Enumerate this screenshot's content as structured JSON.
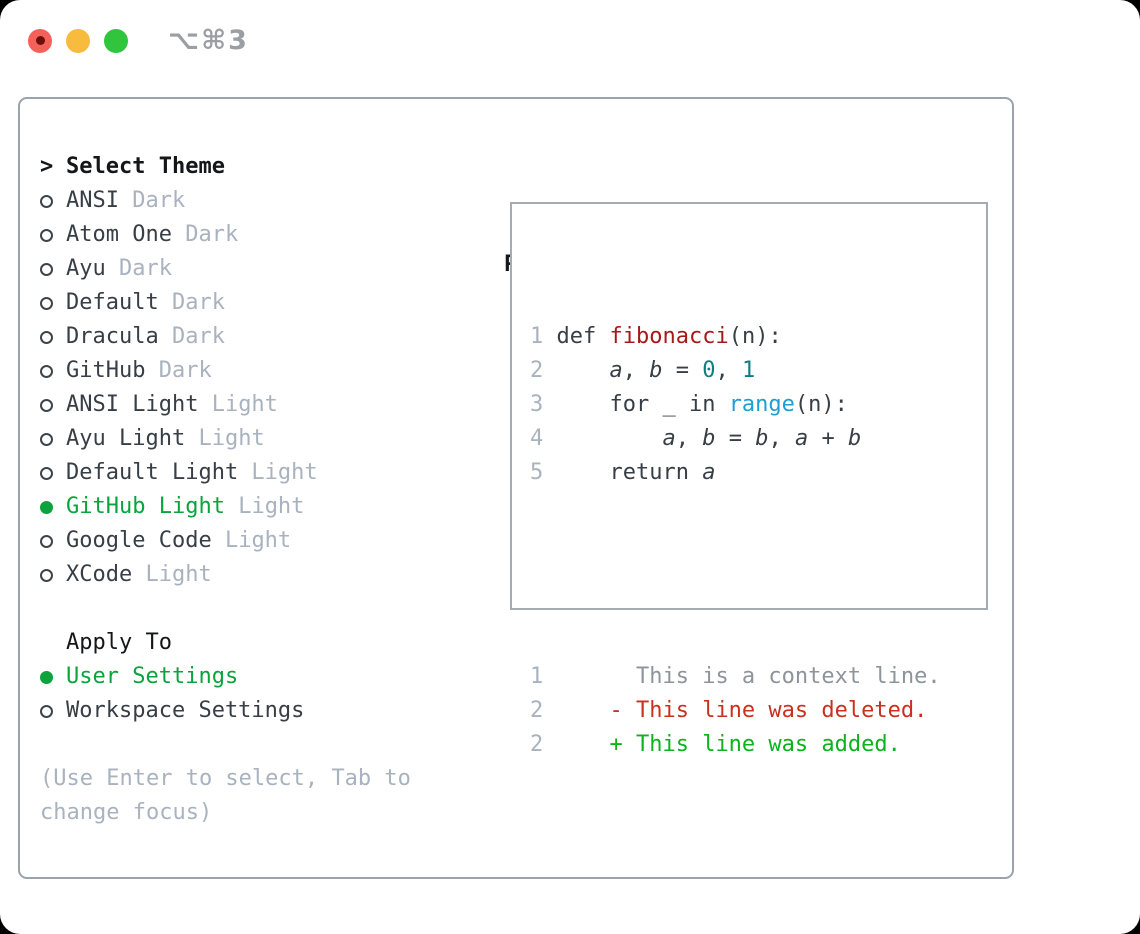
{
  "window": {
    "title": "⌥⌘3",
    "traffic_lights": [
      "close",
      "minimize",
      "zoom"
    ]
  },
  "theme_panel": {
    "cursor": ">",
    "title": "Select Theme",
    "themes": [
      {
        "name": "ANSI",
        "variant": "Dark",
        "selected": false
      },
      {
        "name": "Atom One",
        "variant": "Dark",
        "selected": false
      },
      {
        "name": "Ayu",
        "variant": "Dark",
        "selected": false
      },
      {
        "name": "Default",
        "variant": "Dark",
        "selected": false
      },
      {
        "name": "Dracula",
        "variant": "Dark",
        "selected": false
      },
      {
        "name": "GitHub",
        "variant": "Dark",
        "selected": false
      },
      {
        "name": "ANSI Light",
        "variant": "Light",
        "selected": false
      },
      {
        "name": "Ayu Light",
        "variant": "Light",
        "selected": false
      },
      {
        "name": "Default Light",
        "variant": "Light",
        "selected": false
      },
      {
        "name": "GitHub Light",
        "variant": "Light",
        "selected": true
      },
      {
        "name": "Google Code",
        "variant": "Light",
        "selected": false
      },
      {
        "name": "XCode",
        "variant": "Light",
        "selected": false
      }
    ],
    "apply_to": {
      "label": "Apply To",
      "options": [
        {
          "label": "User Settings",
          "selected": true
        },
        {
          "label": "Workspace Settings",
          "selected": false
        }
      ]
    },
    "help_text": "(Use Enter to select, Tab to change focus)"
  },
  "preview": {
    "label": "Preview",
    "code_lines": [
      {
        "number": "1",
        "tokens": [
          {
            "t": "def ",
            "c": "fg"
          },
          {
            "t": "fibonacci",
            "c": "func"
          },
          {
            "t": "(n):",
            "c": "fg"
          }
        ]
      },
      {
        "number": "2",
        "tokens": [
          {
            "t": "    ",
            "c": "fg"
          },
          {
            "t": "a",
            "c": "var"
          },
          {
            "t": ", ",
            "c": "fg"
          },
          {
            "t": "b",
            "c": "var"
          },
          {
            "t": " = ",
            "c": "fg"
          },
          {
            "t": "0",
            "c": "num"
          },
          {
            "t": ", ",
            "c": "fg"
          },
          {
            "t": "1",
            "c": "num"
          }
        ]
      },
      {
        "number": "3",
        "tokens": [
          {
            "t": "    for _ in ",
            "c": "fg"
          },
          {
            "t": "range",
            "c": "builtin"
          },
          {
            "t": "(n):",
            "c": "fg"
          }
        ]
      },
      {
        "number": "4",
        "tokens": [
          {
            "t": "        ",
            "c": "fg"
          },
          {
            "t": "a",
            "c": "var"
          },
          {
            "t": ", ",
            "c": "fg"
          },
          {
            "t": "b",
            "c": "var"
          },
          {
            "t": " = ",
            "c": "fg"
          },
          {
            "t": "b",
            "c": "var"
          },
          {
            "t": ", ",
            "c": "fg"
          },
          {
            "t": "a",
            "c": "var"
          },
          {
            "t": " + ",
            "c": "fg"
          },
          {
            "t": "b",
            "c": "var"
          }
        ]
      },
      {
        "number": "5",
        "tokens": [
          {
            "t": "    return ",
            "c": "fg"
          },
          {
            "t": "a",
            "c": "var"
          }
        ]
      }
    ],
    "diff_lines": [
      {
        "number": "1",
        "type": "context",
        "text": "      This is a context line."
      },
      {
        "number": "2",
        "type": "deleted",
        "text": "    - This line was deleted."
      },
      {
        "number": "2",
        "type": "added",
        "text": "    + This line was added."
      }
    ]
  },
  "colors": {
    "selection_green": "#0ca33e",
    "added_green": "#0cb31e",
    "deleted_red": "#c9311f",
    "function_red": "#a91818",
    "number_teal": "#0d7f80",
    "builtin_blue": "#1f9ed2",
    "text_dark": "#373e45",
    "muted_gray": "#a9b2bf",
    "heading_black": "#14171a",
    "panel_border": "#9aa2ac",
    "traffic_red": "#f4605a",
    "traffic_yellow": "#f7bb3d",
    "traffic_green": "#30c53c"
  }
}
